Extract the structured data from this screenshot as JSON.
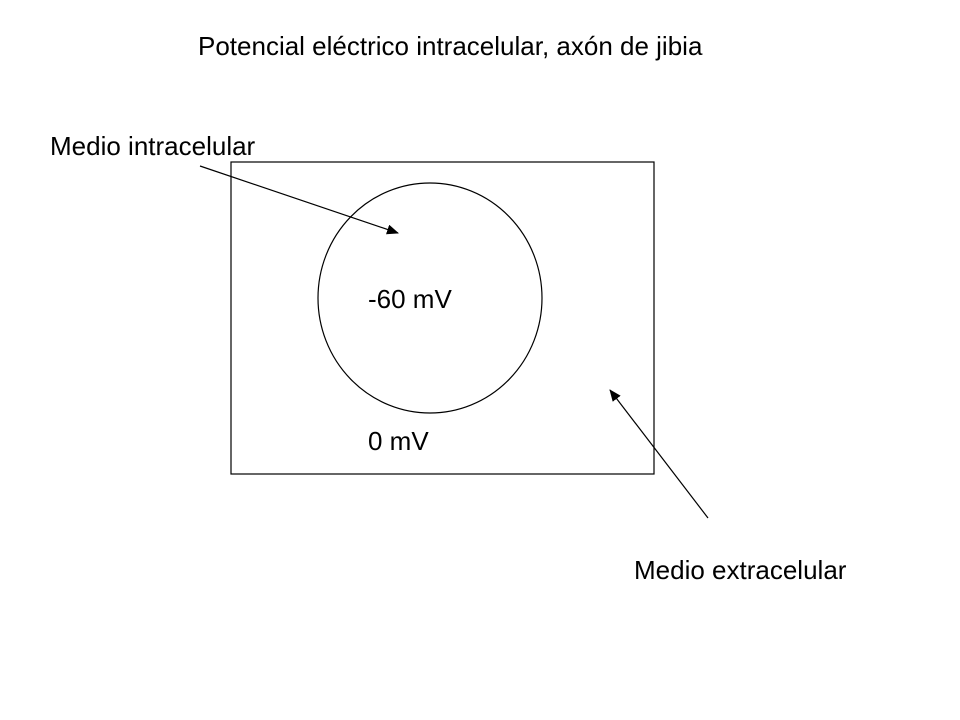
{
  "title": "Potencial eléctrico intracelular, axón de jibia",
  "labels": {
    "intracellular": "Medio intracelular",
    "extracellular": "Medio extracelular"
  },
  "values": {
    "inside": "-60 mV",
    "outside": "0 mV"
  },
  "colors": {
    "stroke": "#000000",
    "background": "#ffffff"
  }
}
